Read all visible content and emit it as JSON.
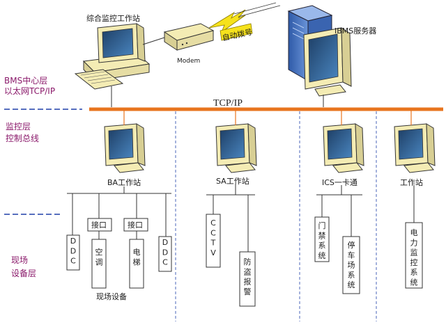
{
  "top": {
    "workstation_label": "综合监控工作站",
    "modem_label": "Modem",
    "autodial_label": "自动拨号",
    "server_label": "IBMS服务器"
  },
  "bus": {
    "label": "TCP/IP"
  },
  "layers": {
    "bms_line1": "BMS中心层",
    "bms_line2": "以太网TCP/IP",
    "monitor_line1": "监控层",
    "monitor_line2": "控制总线",
    "field_line1": "现场",
    "field_line2": "设备层"
  },
  "stations": {
    "ba": "BA工作站",
    "sa": "SA工作站",
    "ics": "ICS一卡通",
    "ws": "工作站"
  },
  "ba_devices": {
    "interface1": "接口",
    "interface2": "接口",
    "ddc1": "DDC",
    "aircon": "空调",
    "elevator": "电梯",
    "ddc2": "DDC",
    "field_equipment": "现场设备"
  },
  "sa_devices": {
    "cctv": "CCTV",
    "alarm": "防盗报警"
  },
  "ics_devices": {
    "access": "门禁系统",
    "parking": "停车场系统"
  },
  "ws_devices": {
    "power": "电力监控系统"
  },
  "colors": {
    "bus": "#e8741e",
    "layer_text": "#8b1a6b",
    "monitor_frame": "#f4ecb4",
    "screen": "#2a5a8a",
    "server_body": "#4a78c4",
    "device_box": "#ffffff"
  }
}
